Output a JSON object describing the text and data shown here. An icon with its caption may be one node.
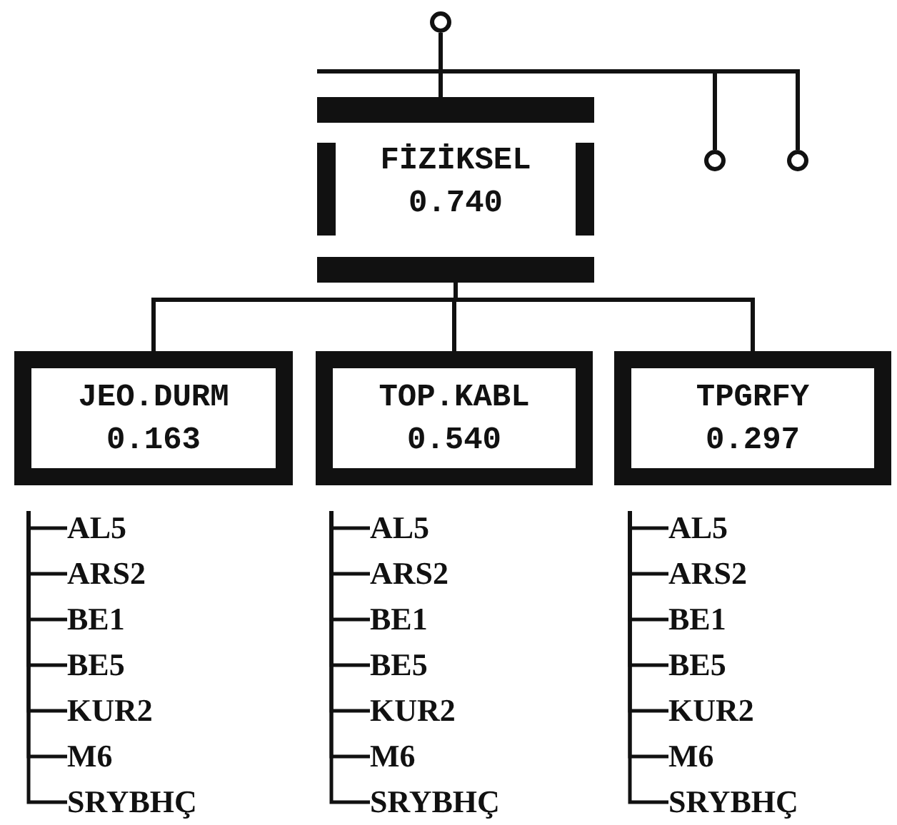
{
  "diagram": {
    "nodes": [
      {
        "text": [],
        "shape": "circle"
      },
      {
        "text": [
          "FİZİKSEL",
          "0.740"
        ]
      },
      {
        "text": [],
        "shape": "circle"
      },
      {
        "text": [],
        "shape": "circle"
      },
      {
        "text": [
          "JEO.DURM",
          "0.163"
        ]
      },
      {
        "text": [
          "TOP.KABL",
          "0.540"
        ]
      },
      {
        "text": [
          "TPGRFY",
          "0.297"
        ]
      },
      {
        "text": [
          "AL5"
        ]
      },
      {
        "text": [
          "ARS2"
        ]
      },
      {
        "text": [
          "BE1"
        ]
      },
      {
        "text": [
          "BE5"
        ]
      },
      {
        "text": [
          "KUR2"
        ]
      },
      {
        "text": [
          "M6"
        ]
      },
      {
        "text": [
          "SRYBHÇ"
        ]
      },
      {
        "text": [
          "AL5"
        ]
      },
      {
        "text": [
          "ARS2"
        ]
      },
      {
        "text": [
          "BE1"
        ]
      },
      {
        "text": [
          "BE5"
        ]
      },
      {
        "text": [
          "KUR2"
        ]
      },
      {
        "text": [
          "M6"
        ]
      },
      {
        "text": [
          "SRYBHÇ"
        ]
      },
      {
        "text": [
          "AL5"
        ]
      },
      {
        "text": [
          "ARS2"
        ]
      },
      {
        "text": [
          "BE1"
        ]
      },
      {
        "text": [
          "BE5"
        ]
      },
      {
        "text": [
          "KUR2"
        ]
      },
      {
        "text": [
          "M6"
        ]
      },
      {
        "text": [
          "SRYBHÇ"
        ]
      }
    ],
    "edges": [
      {
        "from": 0,
        "to": 1,
        "arrow": "none"
      },
      {
        "from": 0,
        "to": 2,
        "arrow": "none"
      },
      {
        "from": 0,
        "to": 3,
        "arrow": "none"
      },
      {
        "from": 1,
        "to": 4,
        "arrow": "none"
      },
      {
        "from": 1,
        "to": 5,
        "arrow": "none"
      },
      {
        "from": 1,
        "to": 6,
        "arrow": "none"
      },
      {
        "from": 4,
        "to": 7,
        "arrow": "none"
      },
      {
        "from": 4,
        "to": 8,
        "arrow": "none"
      },
      {
        "from": 4,
        "to": 9,
        "arrow": "none"
      },
      {
        "from": 4,
        "to": 10,
        "arrow": "none"
      },
      {
        "from": 4,
        "to": 11,
        "arrow": "none"
      },
      {
        "from": 4,
        "to": 12,
        "arrow": "none"
      },
      {
        "from": 4,
        "to": 13,
        "arrow": "none"
      },
      {
        "from": 5,
        "to": 14,
        "arrow": "none"
      },
      {
        "from": 5,
        "to": 15,
        "arrow": "none"
      },
      {
        "from": 5,
        "to": 16,
        "arrow": "none"
      },
      {
        "from": 5,
        "to": 17,
        "arrow": "none"
      },
      {
        "from": 5,
        "to": 18,
        "arrow": "none"
      },
      {
        "from": 5,
        "to": 19,
        "arrow": "none"
      },
      {
        "from": 5,
        "to": 20,
        "arrow": "none"
      },
      {
        "from": 6,
        "to": 21,
        "arrow": "none"
      },
      {
        "from": 6,
        "to": 22,
        "arrow": "none"
      },
      {
        "from": 6,
        "to": 23,
        "arrow": "none"
      },
      {
        "from": 6,
        "to": 24,
        "arrow": "none"
      },
      {
        "from": 6,
        "to": 25,
        "arrow": "none"
      },
      {
        "from": 6,
        "to": 26,
        "arrow": "none"
      },
      {
        "from": 6,
        "to": 27,
        "arrow": "none"
      }
    ]
  }
}
